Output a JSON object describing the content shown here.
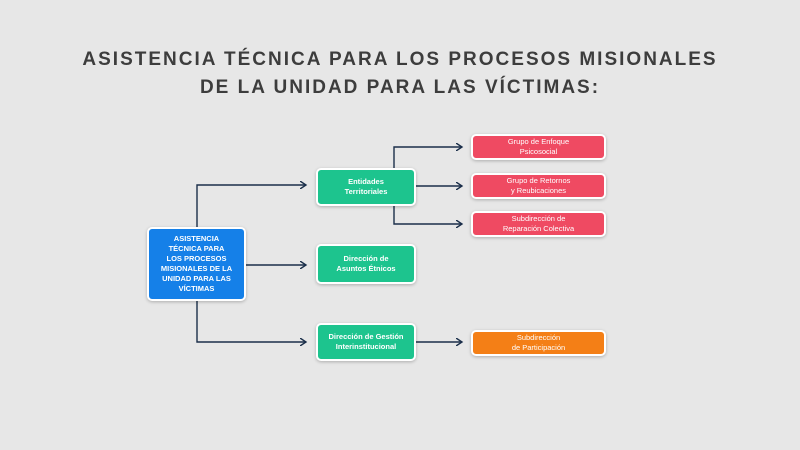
{
  "title": {
    "line1": "ASISTENCIA TÉCNICA PARA LOS PROCESOS MISIONALES",
    "line2": "DE LA UNIDAD PARA LAS VÍCTIMAS:"
  },
  "colors": {
    "root": "#1580e8",
    "level2": "#1dc48e",
    "level3_red": "#ef4a62",
    "level3_orange": "#f47f16",
    "connector": "#1b2f4a",
    "background": "#e7e7e7"
  },
  "nodes": {
    "root": [
      "ASISTENCIA",
      "TÉCNICA PARA",
      "LOS PROCESOS",
      "MISIONALES DE LA",
      "UNIDAD PARA LAS",
      "VÍCTIMAS"
    ],
    "entidades": [
      "Entidades",
      "Territoriales"
    ],
    "etnicos": [
      "Dirección de",
      "Asuntos Étnicos"
    ],
    "gestion": [
      "Dirección de Gestión",
      "Interinstitucional"
    ],
    "psicosocial": [
      "Grupo de Enfoque",
      "Psicosocial"
    ],
    "retornos": [
      "Grupo de Retornos",
      "y Reubicaciones"
    ],
    "reparacion": [
      "Subdirección de",
      "Reparación Colectiva"
    ],
    "participacion": [
      "Subdirección",
      "de Participación"
    ]
  }
}
